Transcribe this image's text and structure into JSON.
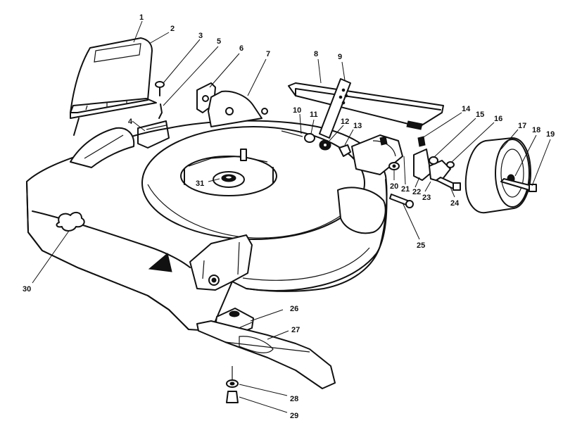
{
  "callouts": [
    {
      "id": "c1",
      "label": "1"
    },
    {
      "id": "c2",
      "label": "2"
    },
    {
      "id": "c3",
      "label": "3"
    },
    {
      "id": "c4",
      "label": "4"
    },
    {
      "id": "c5",
      "label": "5"
    },
    {
      "id": "c6",
      "label": "6"
    },
    {
      "id": "c7",
      "label": "7"
    },
    {
      "id": "c8",
      "label": "8"
    },
    {
      "id": "c9",
      "label": "9"
    },
    {
      "id": "c10",
      "label": "10"
    },
    {
      "id": "c11",
      "label": "11"
    },
    {
      "id": "c12",
      "label": "12"
    },
    {
      "id": "c13",
      "label": "13"
    },
    {
      "id": "c14",
      "label": "14"
    },
    {
      "id": "c15",
      "label": "15"
    },
    {
      "id": "c16",
      "label": "16"
    },
    {
      "id": "c17",
      "label": "17"
    },
    {
      "id": "c18",
      "label": "18"
    },
    {
      "id": "c19",
      "label": "19"
    },
    {
      "id": "c20",
      "label": "20"
    },
    {
      "id": "c21",
      "label": "21"
    },
    {
      "id": "c22",
      "label": "22"
    },
    {
      "id": "c23",
      "label": "23"
    },
    {
      "id": "c24",
      "label": "24"
    },
    {
      "id": "c25",
      "label": "25"
    },
    {
      "id": "c26",
      "label": "26"
    },
    {
      "id": "c27",
      "label": "27"
    },
    {
      "id": "c28",
      "label": "28"
    },
    {
      "id": "c29",
      "label": "29"
    },
    {
      "id": "c30",
      "label": "30"
    },
    {
      "id": "c31",
      "label": "31"
    }
  ],
  "line_color": "#111111",
  "background_color": "#ffffff"
}
